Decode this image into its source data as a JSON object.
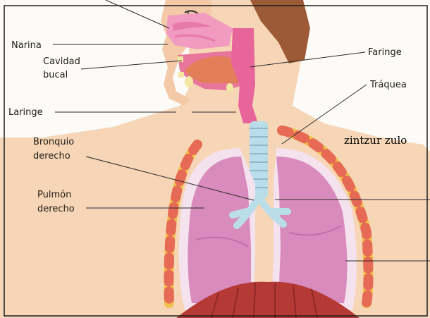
{
  "labels": {
    "narina": "Narina",
    "cavidad_line1": "Cavidad",
    "cavidad_line2": "bucal",
    "laringe": "Laringe",
    "bronquio_line1": "Bronquio",
    "bronquio_line2": "derecho",
    "pulmon_line1": "Pulmón",
    "pulmon_line2": "derecho",
    "faringe": "Faringe",
    "traquea": "Tráquea",
    "extra": "zintzur zulo"
  },
  "colors": {
    "skin": "#f6d6b6",
    "lung": "#d98bbd",
    "airway": "#b9dde9",
    "throat": "#e8659b",
    "diaphragm": "#b53a36",
    "hair": "#9c5b36"
  }
}
